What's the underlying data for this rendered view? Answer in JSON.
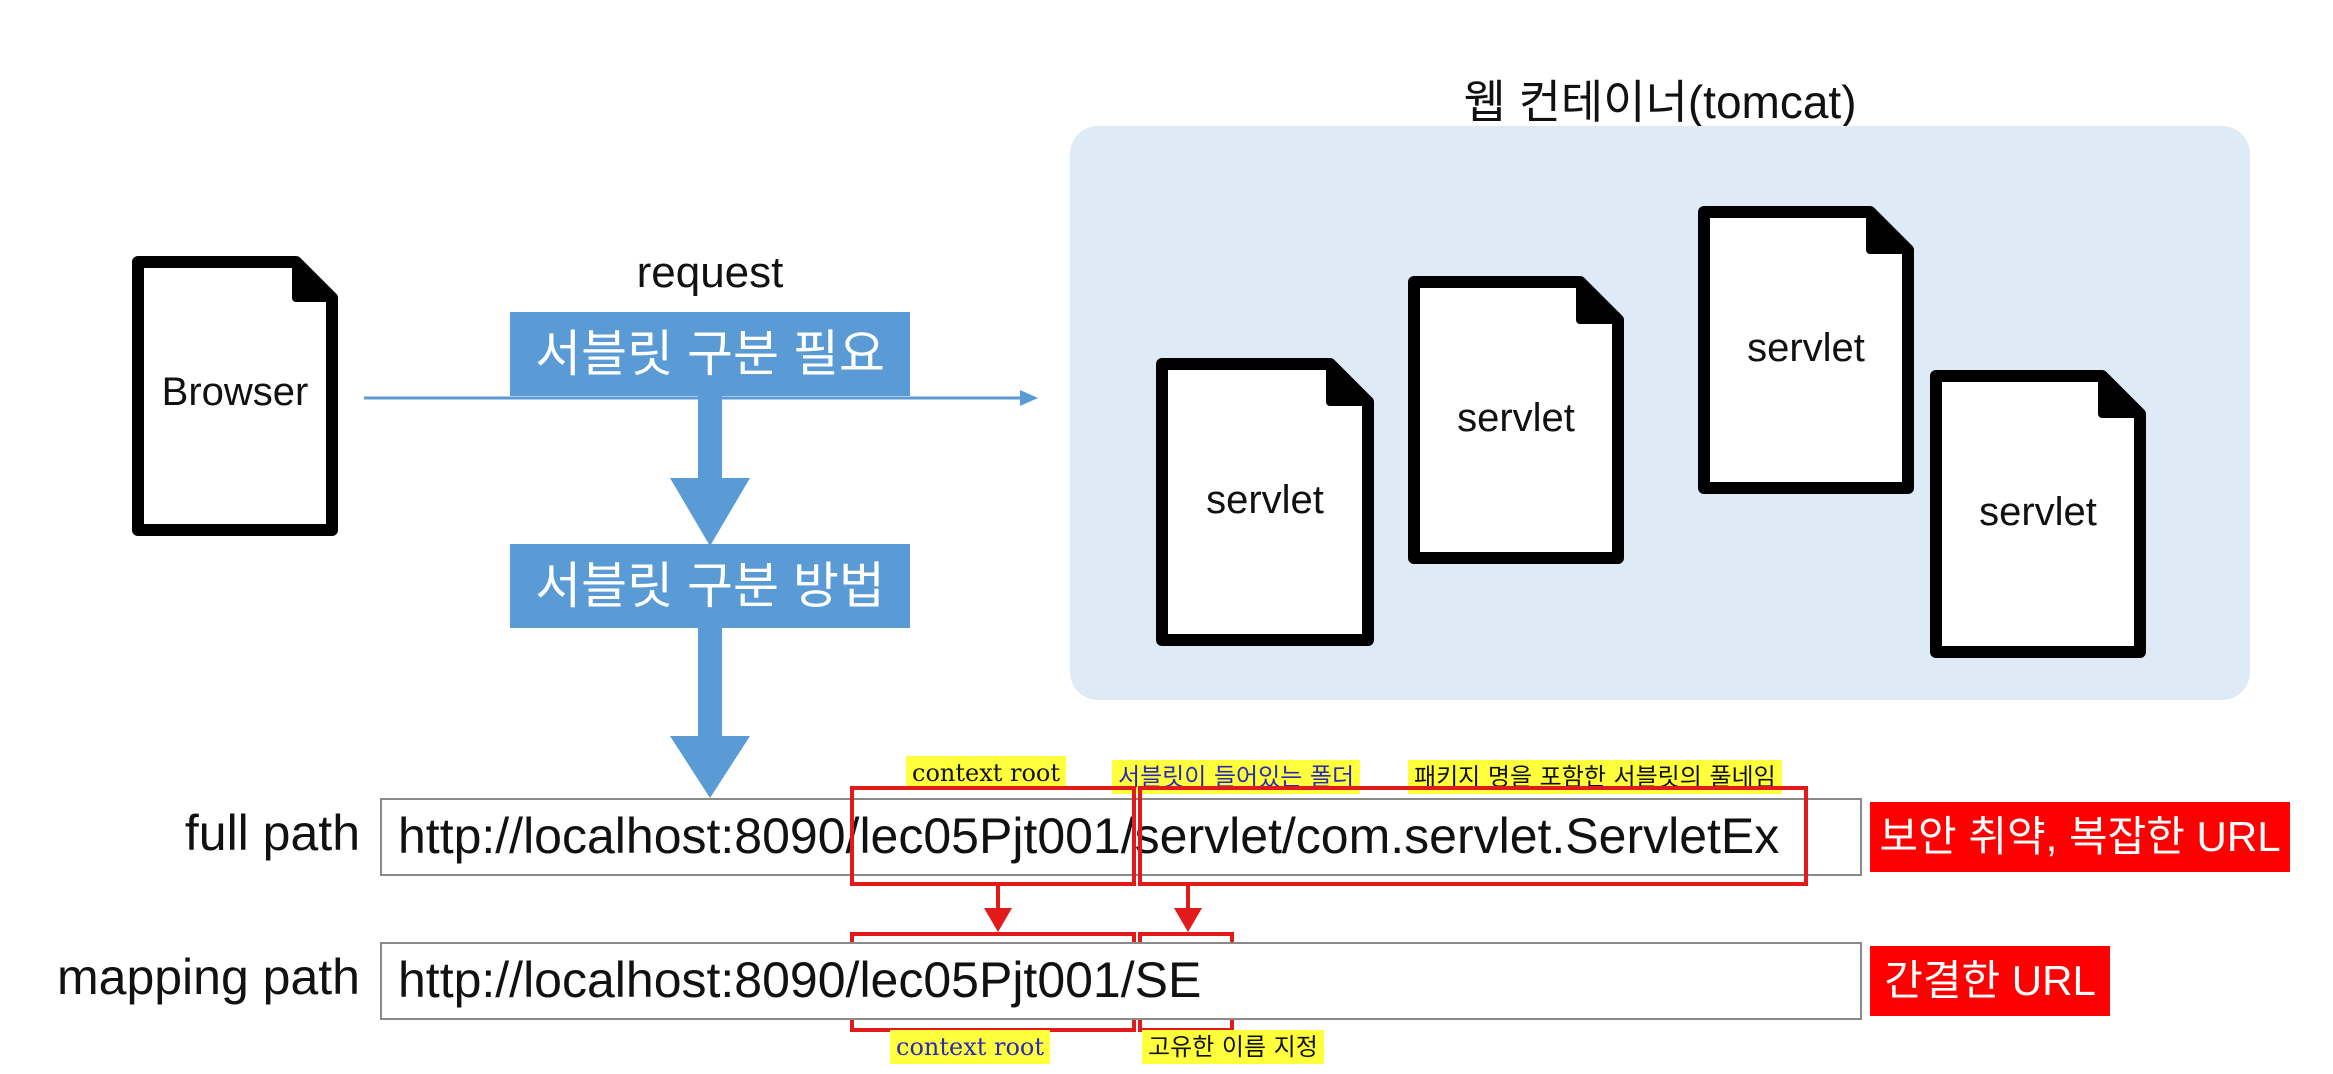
{
  "web_container": {
    "title": "웹 컨테이너(tomcat)"
  },
  "browser": {
    "label": "Browser"
  },
  "request": {
    "label": "request",
    "need_box": "서블릿 구분 필요",
    "method_box": "서블릿 구분 방법"
  },
  "servlets": [
    "servlet",
    "servlet",
    "servlet",
    "servlet"
  ],
  "full_path": {
    "label": "full path",
    "host": "http://localhost:8090",
    "context": "/lec05Pjt001",
    "rest": "/servlet/com.servlet.ServletEx",
    "badge": "보안 취약, 복잡한 URL"
  },
  "mapping_path": {
    "label": "mapping path",
    "host": "http://localhost:8090",
    "context": "/lec05Pjt001",
    "rest": "/SE",
    "badge": "간결한 URL"
  },
  "annotations": {
    "context_root_top": "context root",
    "servlet_folder": "서블릿이 들어있는 폴더",
    "package_name": "패키지 명을 포함한 서블릿의 풀네임",
    "context_root_bottom": "context root",
    "unique_name": "고유한 이름 지정"
  },
  "colors": {
    "container_bg": "#deebf7",
    "blue_box": "#5b9bd5",
    "red_badge": "#ff0000",
    "highlight": "#ffff3c"
  }
}
